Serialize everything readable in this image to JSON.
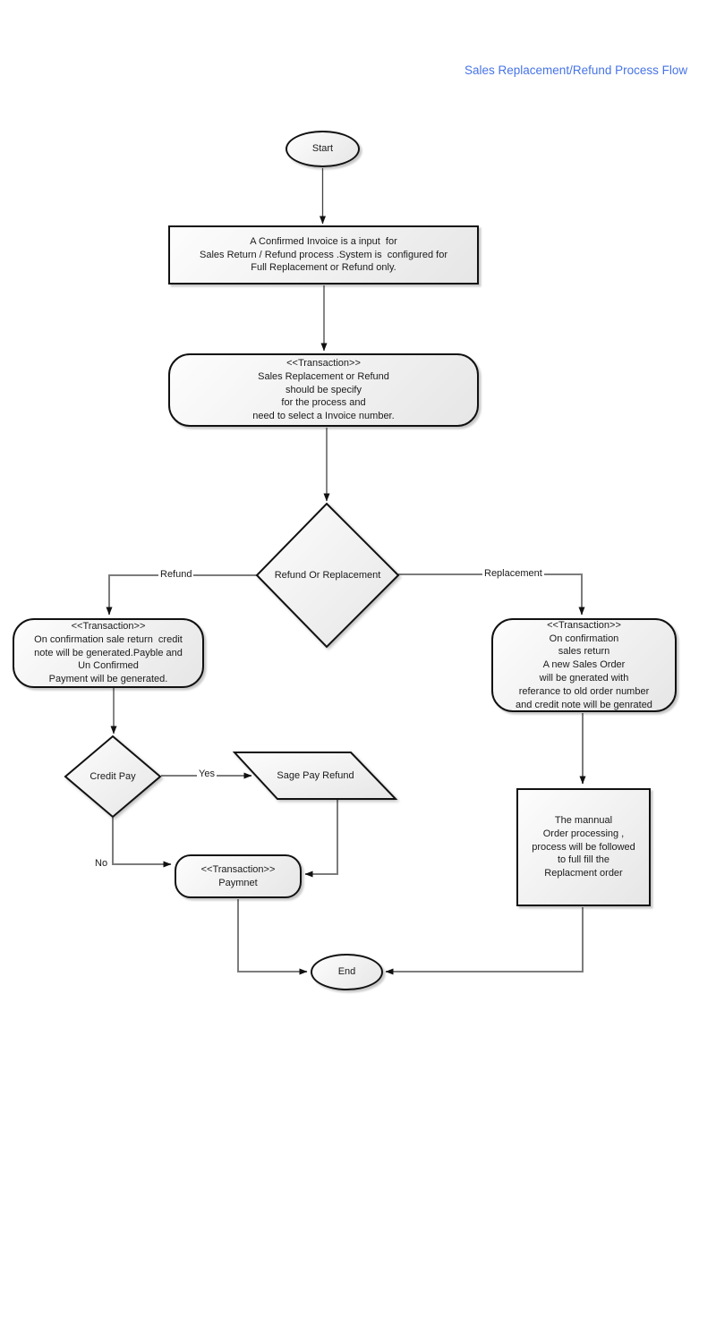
{
  "title": "Sales Replacement/Refund Process Flow",
  "colors": {
    "title": "#4673E6",
    "border": "#111111",
    "fillA": "#fdfdfd",
    "fillB": "#e6e6e6",
    "connector": "#7c7c7c",
    "arrow": "#111111"
  },
  "nodes": {
    "start": {
      "label": "Start"
    },
    "confirmed_invoice": {
      "text": "A Confirmed Invoice is a input  for\nSales Return / Refund process .System is  configured for\nFull Replacement or Refund only."
    },
    "specify_transaction": {
      "text": "<<Transaction>>\nSales Replacement or Refund\nshould be specify\nfor the process and\nneed to select a Invoice number."
    },
    "refund_or_replacement": {
      "label": "Refund Or Replacement"
    },
    "refund_transaction": {
      "text": "<<Transaction>>\nOn confirmation sale return  credit\nnote will be generated.Payble and\nUn Confirmed\nPayment will be generated."
    },
    "replacement_transaction": {
      "text": "<<Transaction>>\nOn confirmation\nsales return\nA new Sales Order\nwill be gnerated with\nreferance to old order number\nand credit note will be genrated"
    },
    "credit_pay": {
      "label": "Credit Pay"
    },
    "sage_pay_refund": {
      "label": "Sage Pay Refund"
    },
    "payment_transaction": {
      "text": "<<Transaction>>\nPaymnet"
    },
    "manual_order": {
      "text": "The mannual\nOrder processing ,\nprocess will be followed\nto full fill the\nReplacment order"
    },
    "end": {
      "label": "End"
    }
  },
  "edges": {
    "refund": "Refund",
    "replacement": "Replacement",
    "yes": "Yes",
    "no": "No"
  }
}
